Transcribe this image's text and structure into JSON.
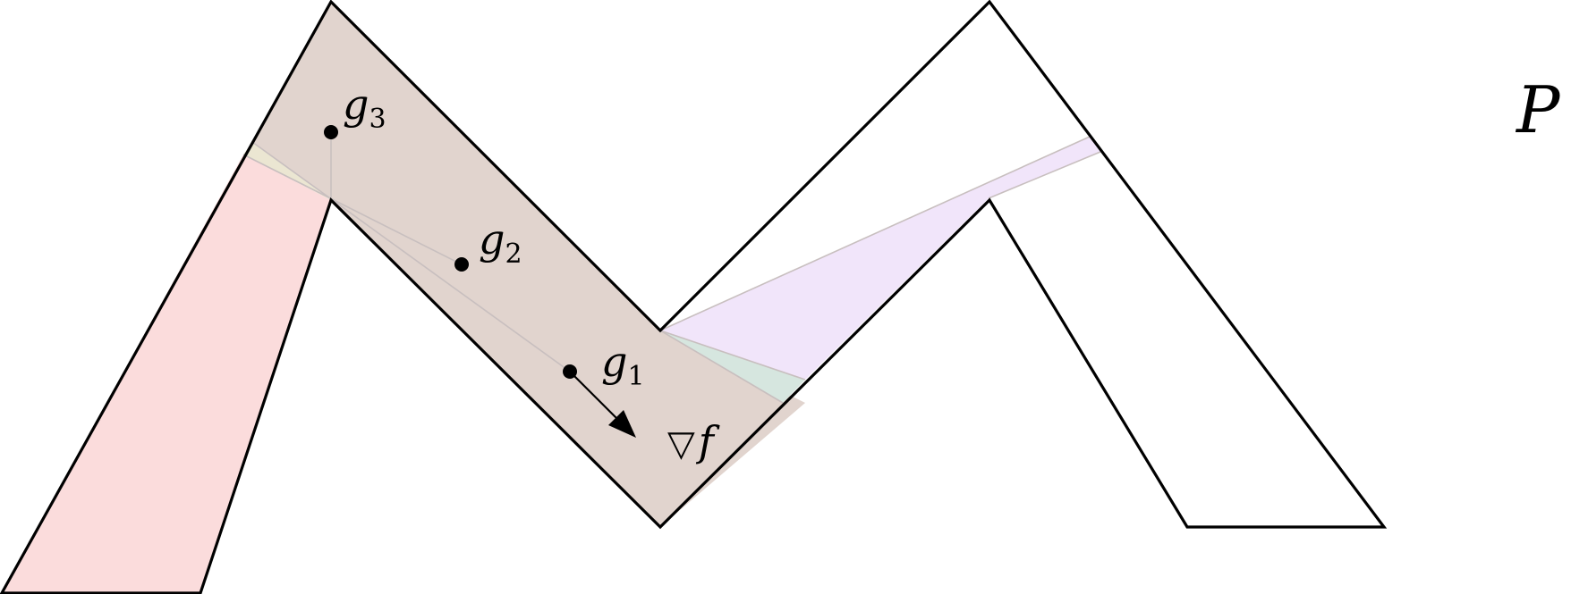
{
  "labels": {
    "polygon": "P",
    "gradient_symbol": "▽",
    "gradient_var": "f",
    "guard_letter": "g",
    "guards": [
      {
        "index": "1"
      },
      {
        "index": "2"
      },
      {
        "index": "3"
      }
    ]
  },
  "colors": {
    "outline": "#000000",
    "region_red": "#fbdcdc",
    "region_brown": "#e1d4ce",
    "region_purple": "#f1e5fa",
    "region_green": "#d6e6df",
    "region_yellow": "#ebe6d2",
    "sight_line": "#c8bfbf"
  }
}
